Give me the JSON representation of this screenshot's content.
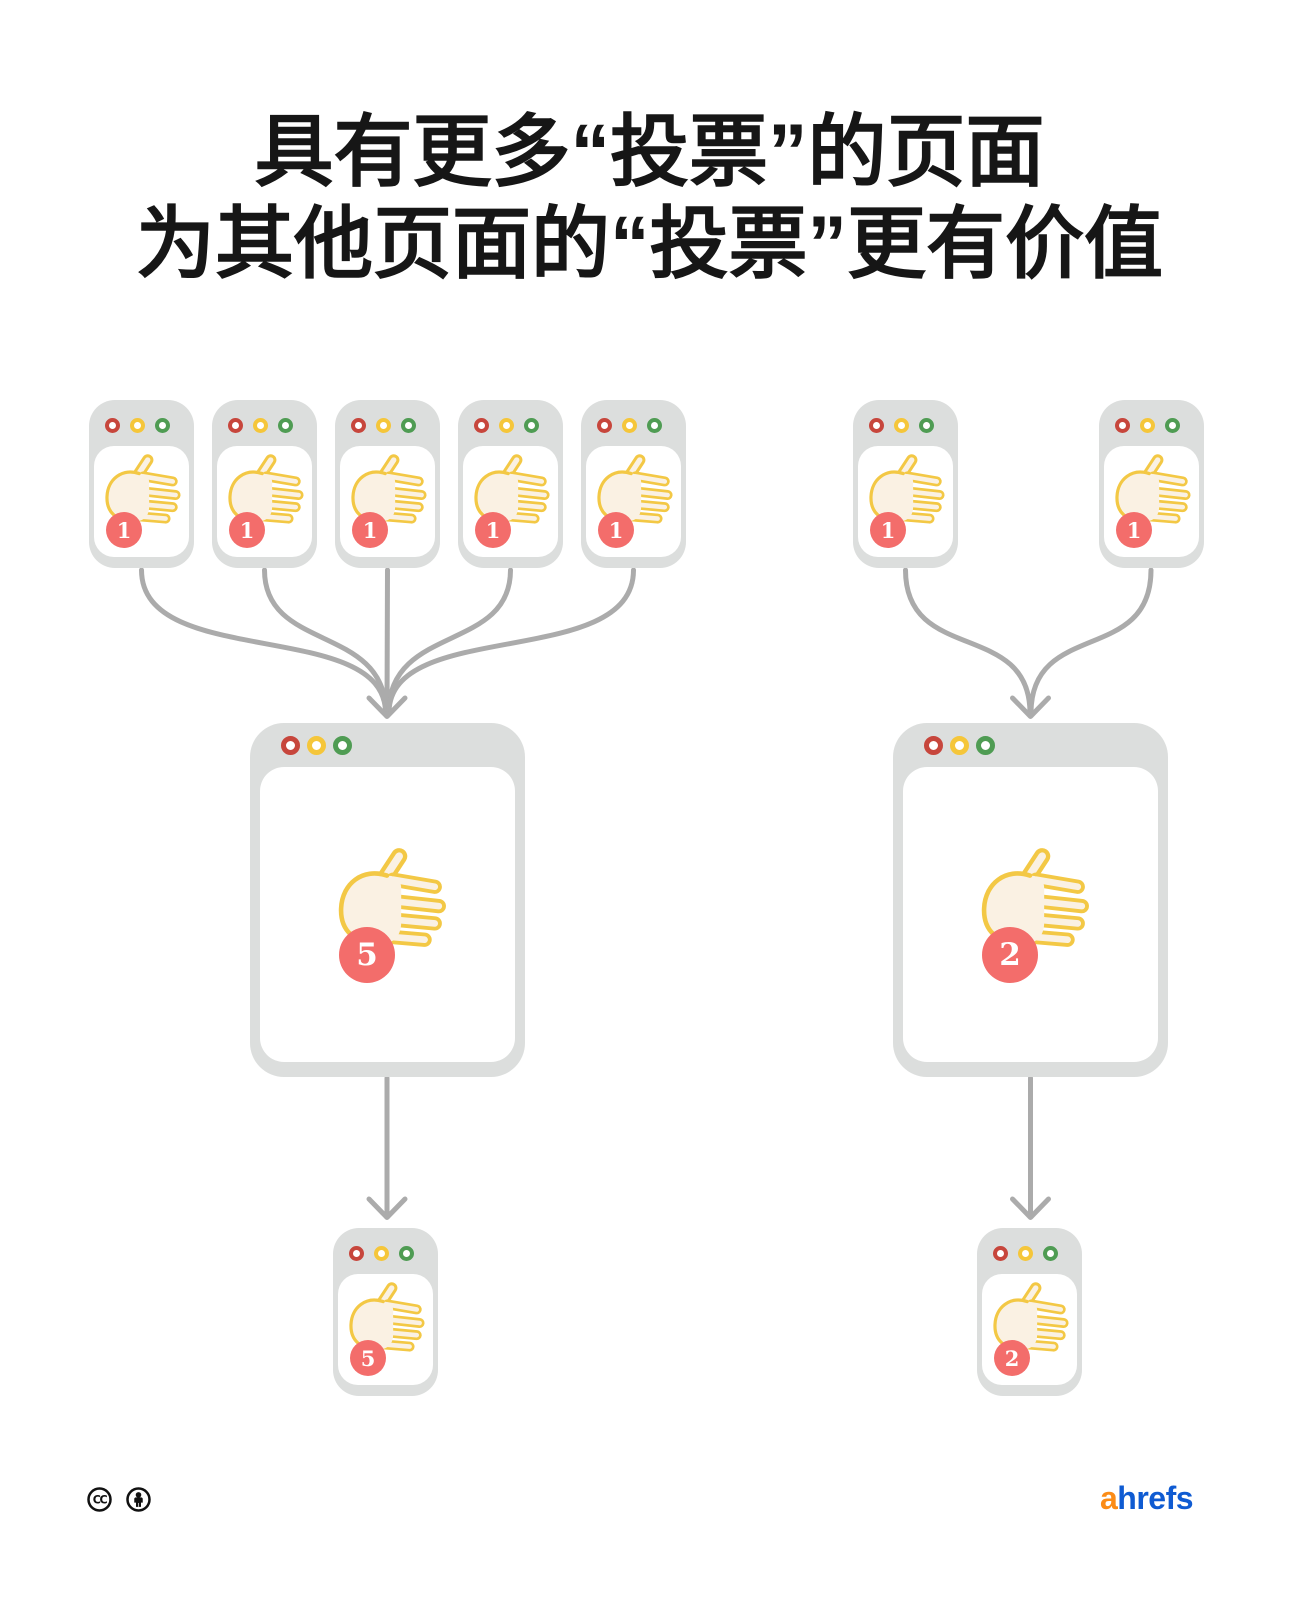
{
  "title": {
    "line1": "具有更多“投票”的页面",
    "line2": "为其他页面的“投票”更有价值"
  },
  "diagram": {
    "left": {
      "sources": [
        {
          "votes": "1"
        },
        {
          "votes": "1"
        },
        {
          "votes": "1"
        },
        {
          "votes": "1"
        },
        {
          "votes": "1"
        }
      ],
      "hub": {
        "votes": "5"
      },
      "target": {
        "votes": "5"
      }
    },
    "right": {
      "sources": [
        {
          "votes": "1"
        },
        {
          "votes": "1"
        }
      ],
      "hub": {
        "votes": "2"
      },
      "target": {
        "votes": "2"
      }
    }
  },
  "footer": {
    "brand": {
      "prefix": "a",
      "suffix": "hrefs"
    },
    "license_icons": [
      "cc-icon",
      "attribution-icon"
    ]
  },
  "icons": {
    "traffic_light_red": "red-ring-circle",
    "traffic_light_yellow": "yellow-ring-circle",
    "traffic_light_green": "green-ring-circle",
    "vote_hand": "pointing-hand-icon",
    "connector": "curved-arrow-down"
  },
  "colors": {
    "background": "#ffffff",
    "window_frame": "#dcdedd",
    "traffic_red": "#c7463c",
    "traffic_yellow": "#f5c63a",
    "traffic_green": "#4f9c53",
    "hand_outline": "#f3c845",
    "hand_fill": "#faf1e3",
    "badge": "#f36d6b",
    "arrow": "#ababab",
    "title_text": "#161616",
    "brand_orange": "#fb8c17",
    "brand_blue": "#0f5bd2"
  }
}
